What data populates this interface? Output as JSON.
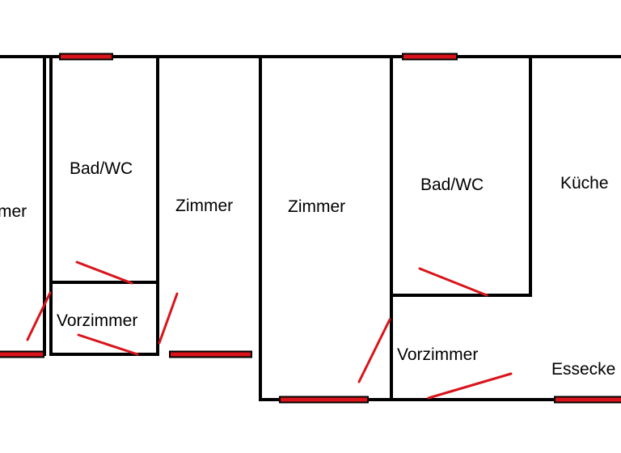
{
  "colors": {
    "wall": "#000000",
    "window": "#d9141b",
    "door": "#d9141b",
    "background": "#ffffff"
  },
  "rooms": {
    "zimmer_left_partial": "mer",
    "bad_wc_left": "Bad/WC",
    "vorzimmer_left": "Vorzimmer",
    "zimmer_middle_left": "Zimmer",
    "zimmer_middle": "Zimmer",
    "bad_wc_right": "Bad/WC",
    "kueche": "Küche",
    "vorzimmer_right": "Vorzimmer",
    "essecke": "Essecke"
  }
}
